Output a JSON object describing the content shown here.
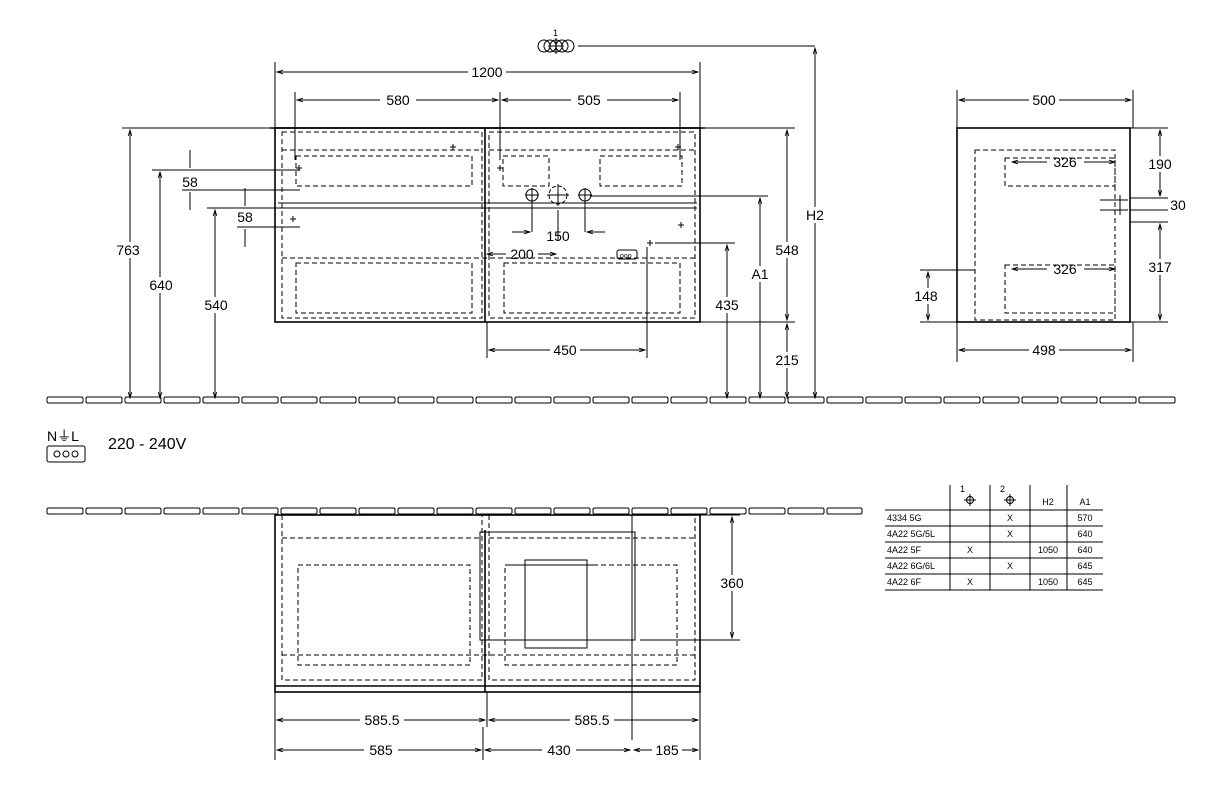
{
  "front_view": {
    "connection_label": "1",
    "dims": {
      "width_total": "1200",
      "left_span": "580",
      "right_span": "505",
      "height_763": "763",
      "height_640": "640",
      "height_540": "540",
      "gap_58_a": "58",
      "gap_58_b": "58",
      "height_435": "435",
      "a1": "A1",
      "height_548": "548",
      "height_215": "215",
      "h2": "H2",
      "spacing_150": "150",
      "offset_200": "200",
      "offset_450": "450"
    }
  },
  "side_view": {
    "dims": {
      "depth_top": "500",
      "depth_bottom": "498",
      "upper": "190",
      "gap": "30",
      "lower": "317",
      "base": "148",
      "drawer_upper": "326",
      "drawer_lower": "326"
    }
  },
  "power": {
    "symbol": "N⏚L",
    "voltage": "220 - 240V"
  },
  "top_view": {
    "dims": {
      "depth": "360",
      "half_left": "585.5",
      "half_right": "585.5",
      "seg_left": "585",
      "seg_mid": "430",
      "seg_right": "185"
    }
  },
  "table": {
    "headers": [
      "",
      "1",
      "2",
      "H2",
      "A1"
    ],
    "rows": [
      [
        "4334 5G",
        "",
        "X",
        "",
        "570"
      ],
      [
        "4A22 5G/5L",
        "",
        "X",
        "",
        "640"
      ],
      [
        "4A22 5F",
        "X",
        "",
        "1050",
        "640"
      ],
      [
        "4A22 6G/6L",
        "",
        "X",
        "",
        "645"
      ],
      [
        "4A22 6F",
        "X",
        "",
        "1050",
        "645"
      ]
    ]
  }
}
